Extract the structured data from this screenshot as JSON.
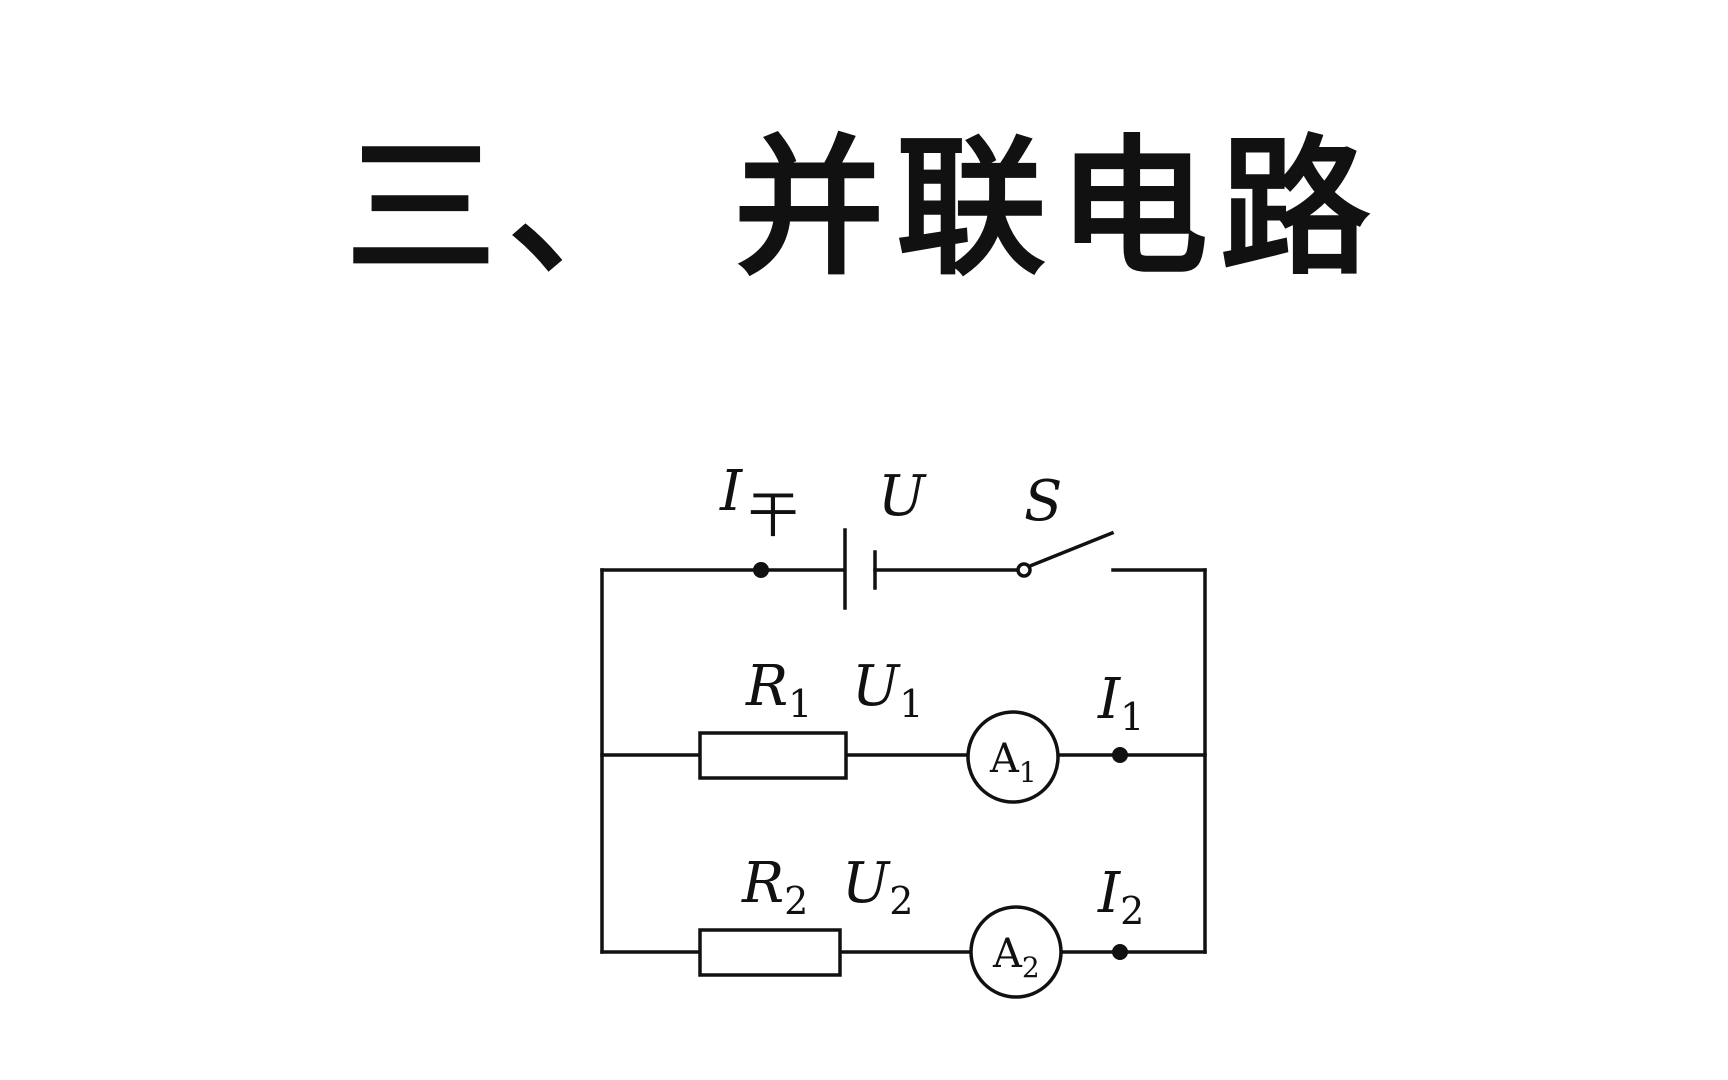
{
  "title": "三、 并联电路",
  "circuit": {
    "main_branch": {
      "current_symbol": "I",
      "current_subscript": "干",
      "voltage_symbol": "U",
      "switch_symbol": "S"
    },
    "branch_1": {
      "resistor_symbol": "R",
      "resistor_subscript": "1",
      "voltage_symbol": "U",
      "voltage_subscript": "1",
      "ammeter_symbol": "A",
      "ammeter_subscript": "1",
      "current_symbol": "I",
      "current_subscript": "1"
    },
    "branch_2": {
      "resistor_symbol": "R",
      "resistor_subscript": "2",
      "voltage_symbol": "U",
      "voltage_subscript": "2",
      "ammeter_symbol": "A",
      "ammeter_subscript": "2",
      "current_symbol": "I",
      "current_subscript": "2"
    }
  }
}
